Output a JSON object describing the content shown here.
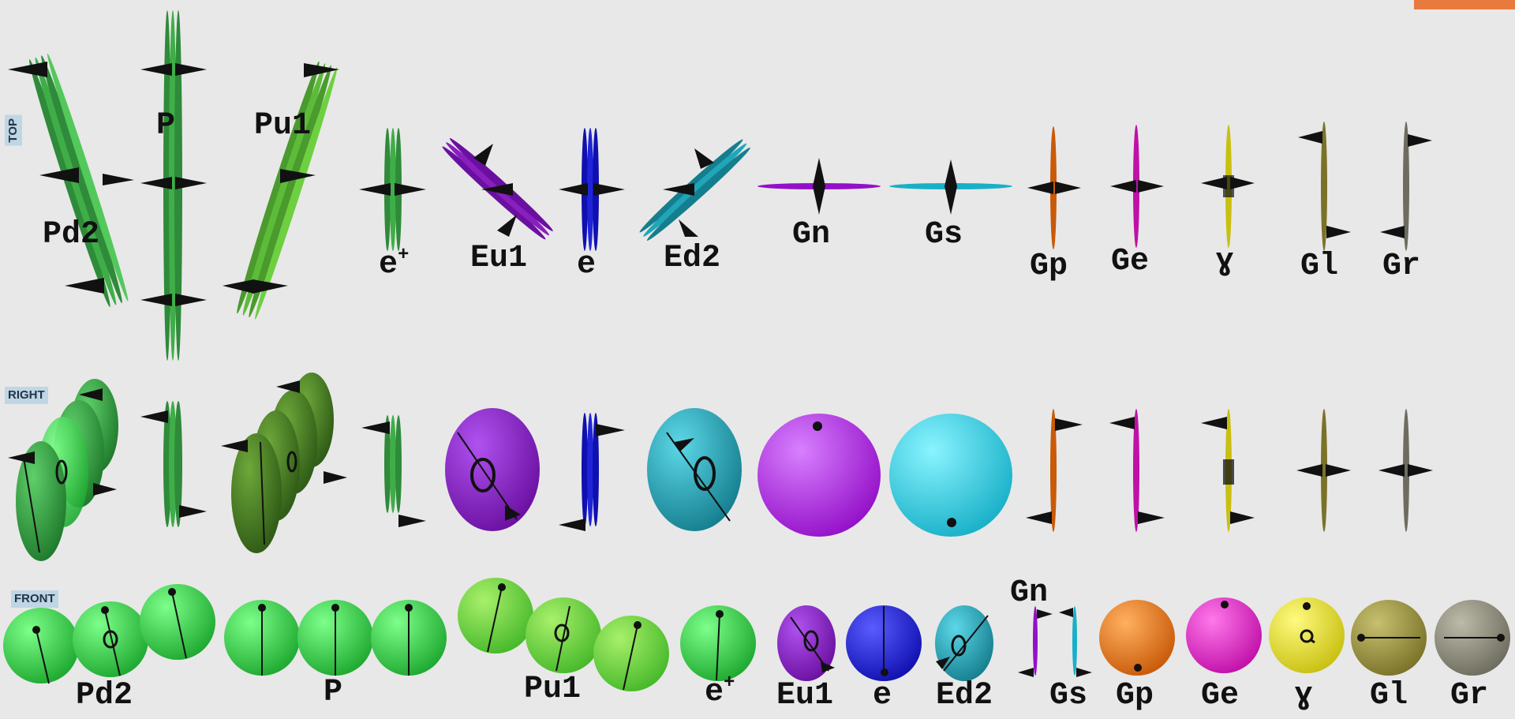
{
  "views": {
    "top": "TOP",
    "right": "RIGHT",
    "front": "FRONT"
  },
  "top_labels": {
    "p": "P",
    "pu1": "Pu1",
    "pd2": "Pd2",
    "e_plus_base": "e",
    "e_plus_sup": "+",
    "eu1": "Eu1",
    "e": "e",
    "ed2": "Ed2",
    "gn": "Gn",
    "gs": "Gs",
    "gp": "Gp",
    "ge": "Ge",
    "gamma": "ɣ",
    "gl": "Gl",
    "gr": "Gr"
  },
  "front_labels": {
    "pd2": "Pd2",
    "p": "P",
    "pu1": "Pu1",
    "e_plus_base": "e",
    "e_plus_sup": "+",
    "eu1": "Eu1",
    "e": "e",
    "ed2": "Ed2",
    "gn": "Gn",
    "gs": "Gs",
    "gp": "Gp",
    "ge": "Ge",
    "gamma": "ɣ",
    "gl": "Gl",
    "gr": "Gr"
  },
  "colors": {
    "background": "#e8e8e8",
    "green_dark": "#2f8a3a",
    "green_mid": "#3fae48",
    "green_bright": "#2ee03a",
    "green_light": "#5fd23a",
    "olive_green": "#4a7a1e",
    "purple": "#8a1fc0",
    "blue": "#1f24d8",
    "teal": "#1fa6b8",
    "magenta": "#b41fd8",
    "cyan": "#20cfe0",
    "orange": "#e8781a",
    "pink": "#e81fc8",
    "yellow": "#e8e01f",
    "olive": "#a09a40",
    "gray": "#8e8c7c",
    "black": "#111111",
    "accent_orange": "#e97a3e"
  }
}
